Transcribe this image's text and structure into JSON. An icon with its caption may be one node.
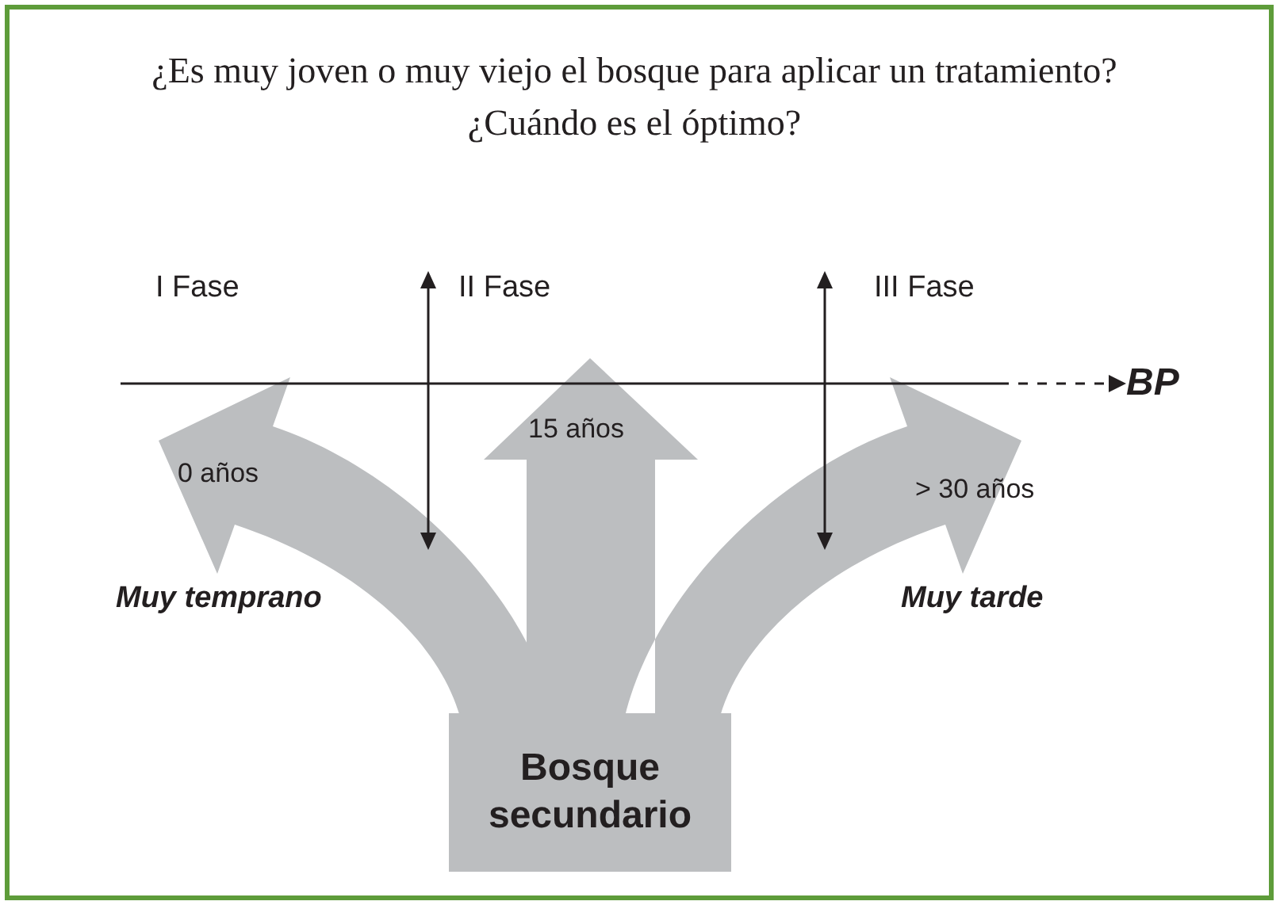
{
  "diagram": {
    "title": "¿Es muy joven o muy viejo el bosque para aplicar un tratamiento? ¿Cuándo es el óptimo?",
    "nodes": [
      {
        "text": [
          "Bosque secundario"
        ]
      },
      {
        "text": [
          "BP"
        ]
      }
    ],
    "edges": [
      {
        "from": null,
        "to": 1,
        "arrow": "to",
        "style": "dashed"
      }
    ],
    "labels": [
      "I Fase",
      "II Fase",
      "III Fase",
      "15 años",
      "0 años",
      "> 30 años",
      "Muy temprano",
      "Muy tarde"
    ]
  }
}
